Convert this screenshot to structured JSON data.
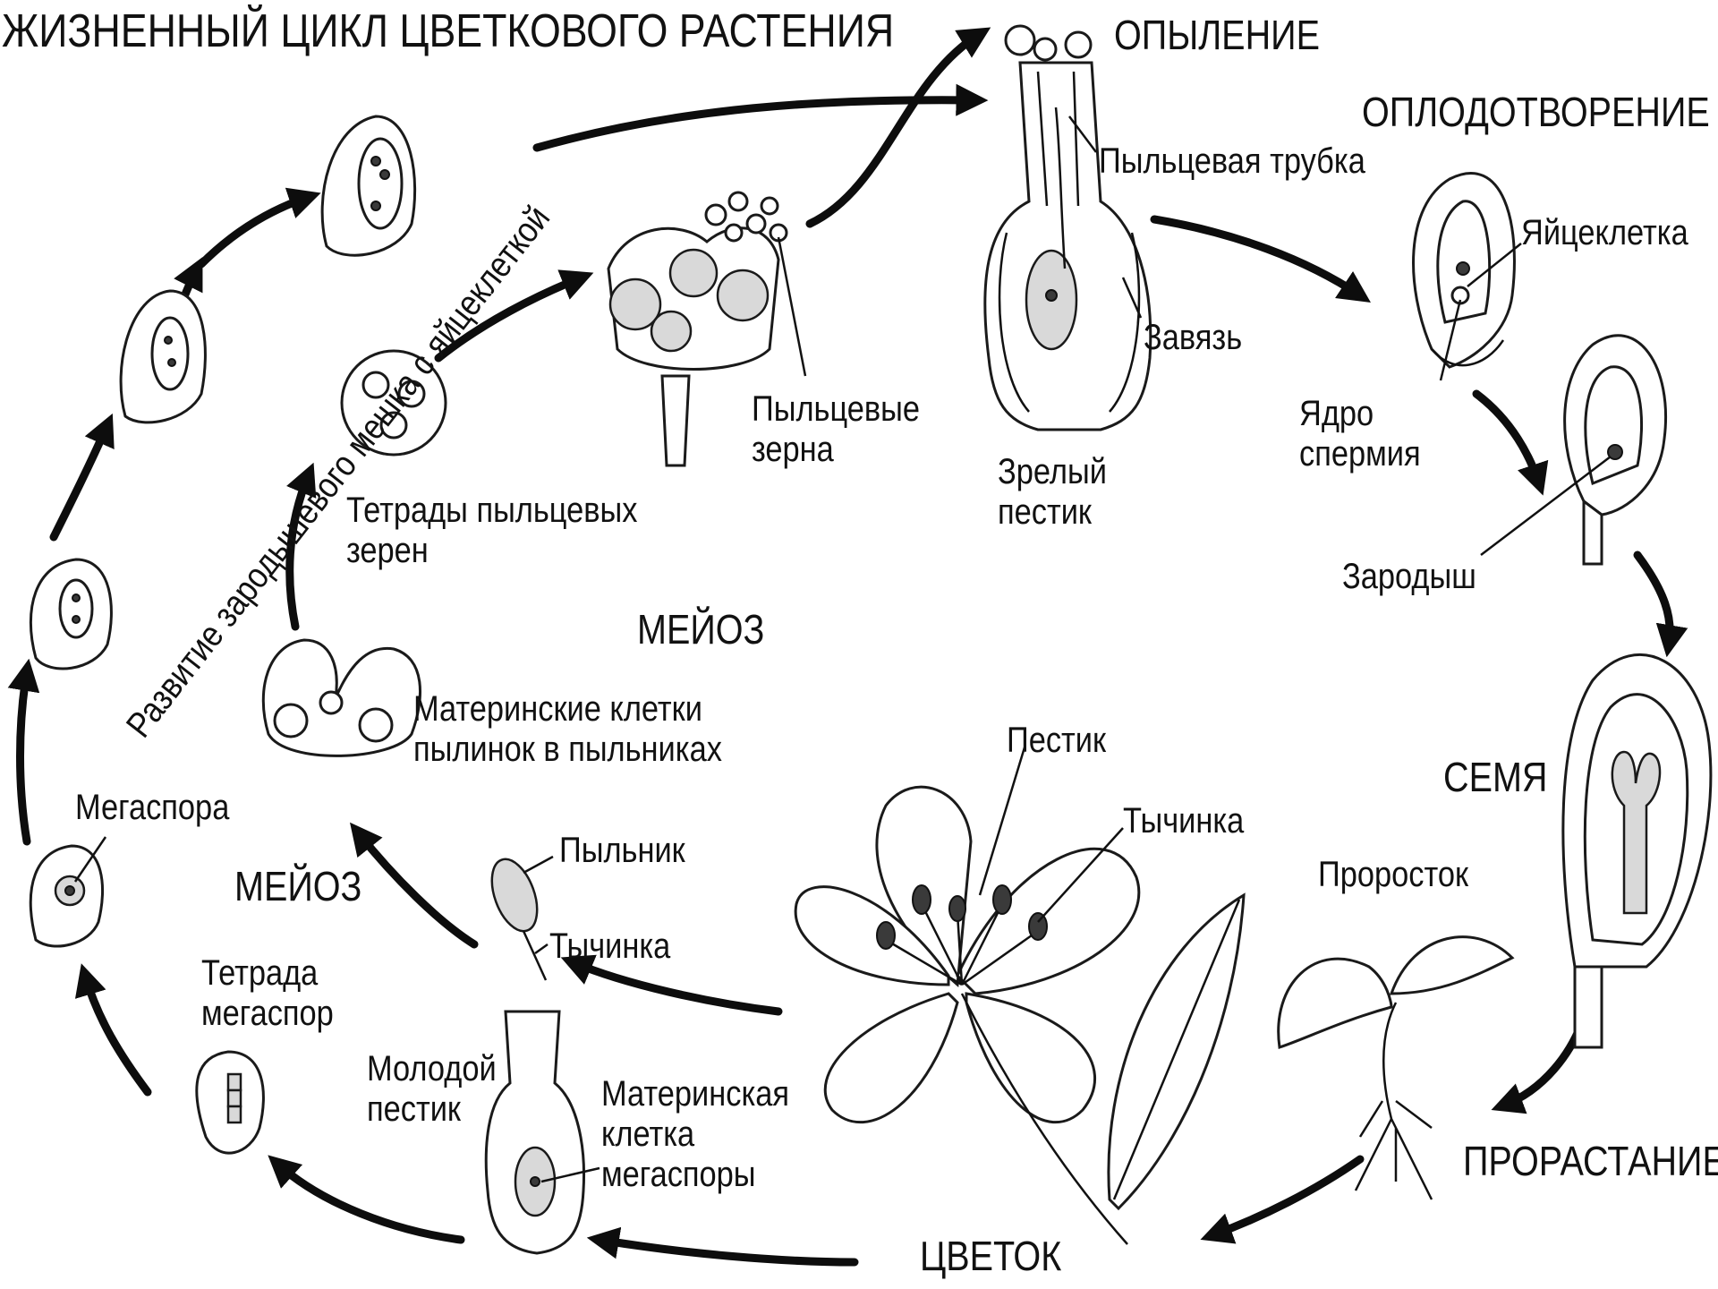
{
  "title": "ЖИЗНЕННЫЙ ЦИКЛ ЦВЕТКОВОГО РАСТЕНИЯ",
  "stages": {
    "pollination": "ОПЫЛЕНИЕ",
    "fertilization": "ОПЛОДОТВОРЕНИЕ",
    "meiosis_top": "МЕЙОЗ",
    "meiosis_left": "МЕЙОЗ",
    "seed": "СЕМЯ",
    "germination": "ПРОРАСТАНИЕ",
    "flower": "ЦВЕТОК"
  },
  "arc_label": "Развитие зародышевого мешка с яйцеклеткой",
  "labels": {
    "pollen_tube": "Пыльцевая трубка",
    "ovary": "Завязь",
    "mature_pistil": "Зрелый\nпестик",
    "pollen_grains": "Пыльцевые\nзерна",
    "egg_cell": "Яйцеклетка",
    "sperm_nucleus": "Ядро\nспермия",
    "embryo": "Зародыш",
    "pollen_tetrads": "Тетрады пыльцевых\nзерен",
    "anther_mother_cells": "Материнские клетки\nпылинок в пыльниках",
    "megaspore": "Мегаспора",
    "megaspore_tetrad": "Тетрада\nмегаспор",
    "anther": "Пыльник",
    "stamen_small": "Тычинка",
    "young_pistil": "Молодой\nпестик",
    "megaspore_mother_cell": "Материнская\nклетка\nмегаспоры",
    "pistil": "Пестик",
    "stamen": "Тычинка",
    "seedling": "Проросток"
  }
}
